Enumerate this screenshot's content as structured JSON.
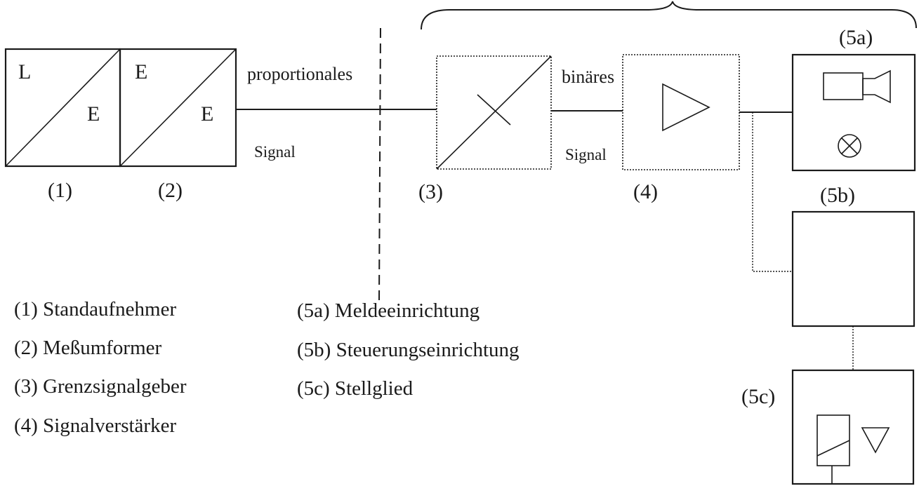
{
  "blocks": {
    "b1": {
      "top_left": "L",
      "bottom_right": "E",
      "number": "(1)"
    },
    "b2": {
      "top_left": "E",
      "bottom_right": "E",
      "number": "(2)"
    },
    "b3": {
      "number": "(3)"
    },
    "b4": {
      "number": "(4)"
    },
    "b5a": {
      "number": "(5a)"
    },
    "b5b": {
      "number": "(5b)"
    },
    "b5c": {
      "number": "(5c)"
    }
  },
  "signals": {
    "proportional_top": "proportionales",
    "proportional_bottom": "Signal",
    "binary_top": "binäres",
    "binary_bottom": "Signal"
  },
  "legend": {
    "left": [
      "(1) Standaufnehmer",
      "(2) Meßumformer",
      "(3) Grenzsignalgeber",
      "(4) Signalverstärker"
    ],
    "right": [
      "(5a) Meldeeinrichtung",
      "(5b) Steuerungseinrichtung",
      "(5c) Stellglied"
    ]
  },
  "icons": [
    "camera-icon",
    "lamp-icon",
    "amplifier-triangle-icon",
    "valve-actuator-icon",
    "valve-triangle-icon"
  ]
}
